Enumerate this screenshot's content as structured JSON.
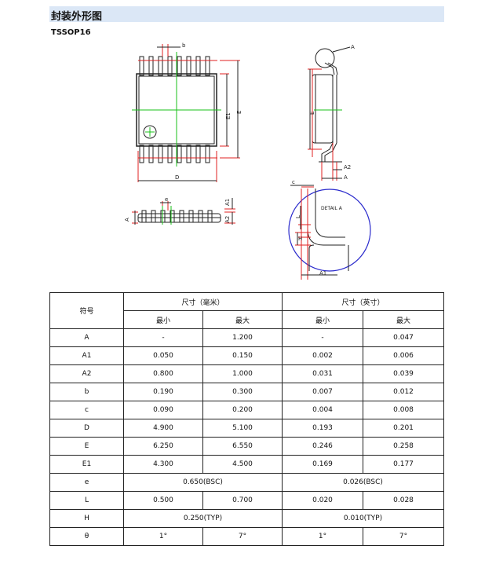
{
  "header": {
    "title": "封装外形图",
    "package": "TSSOP16"
  },
  "drawing_labels": {
    "b": "b",
    "e": "e",
    "D": "D",
    "E1": "E1",
    "E": "E",
    "A": "A",
    "A1": "A1",
    "A2": "A2",
    "side_A": "A",
    "side_E": "E",
    "side_A2": "A2",
    "side_A_bottom": "A",
    "detail_c": "c",
    "detail_title": "DETAIL A",
    "detail_L": "L",
    "detail_H": "H",
    "detail_A1": "A1",
    "detail_theta": "θ"
  },
  "table": {
    "symbol_header": "符号",
    "mm_header": "尺寸（毫米）",
    "inch_header": "尺寸（英寸）",
    "min_label": "最小",
    "max_label": "最大",
    "rows": [
      {
        "sym": "A",
        "mm_min": "-",
        "mm_max": "1.200",
        "in_min": "-",
        "in_max": "0.047"
      },
      {
        "sym": "A1",
        "mm_min": "0.050",
        "mm_max": "0.150",
        "in_min": "0.002",
        "in_max": "0.006"
      },
      {
        "sym": "A2",
        "mm_min": "0.800",
        "mm_max": "1.000",
        "in_min": "0.031",
        "in_max": "0.039"
      },
      {
        "sym": "b",
        "mm_min": "0.190",
        "mm_max": "0.300",
        "in_min": "0.007",
        "in_max": "0.012"
      },
      {
        "sym": "c",
        "mm_min": "0.090",
        "mm_max": "0.200",
        "in_min": "0.004",
        "in_max": "0.008"
      },
      {
        "sym": "D",
        "mm_min": "4.900",
        "mm_max": "5.100",
        "in_min": "0.193",
        "in_max": "0.201"
      },
      {
        "sym": "E",
        "mm_min": "6.250",
        "mm_max": "6.550",
        "in_min": "0.246",
        "in_max": "0.258"
      },
      {
        "sym": "E1",
        "mm_min": "4.300",
        "mm_max": "4.500",
        "in_min": "0.169",
        "in_max": "0.177"
      },
      {
        "sym": "e",
        "mm_span": "0.650(BSC)",
        "in_span": "0.026(BSC)"
      },
      {
        "sym": "L",
        "mm_min": "0.500",
        "mm_max": "0.700",
        "in_min": "0.020",
        "in_max": "0.028"
      },
      {
        "sym": "H",
        "mm_span": "0.250(TYP)",
        "in_span": "0.010(TYP)"
      },
      {
        "sym": "θ",
        "mm_min": "1°",
        "mm_max": "7°",
        "in_min": "1°",
        "in_max": "7°"
      }
    ]
  }
}
